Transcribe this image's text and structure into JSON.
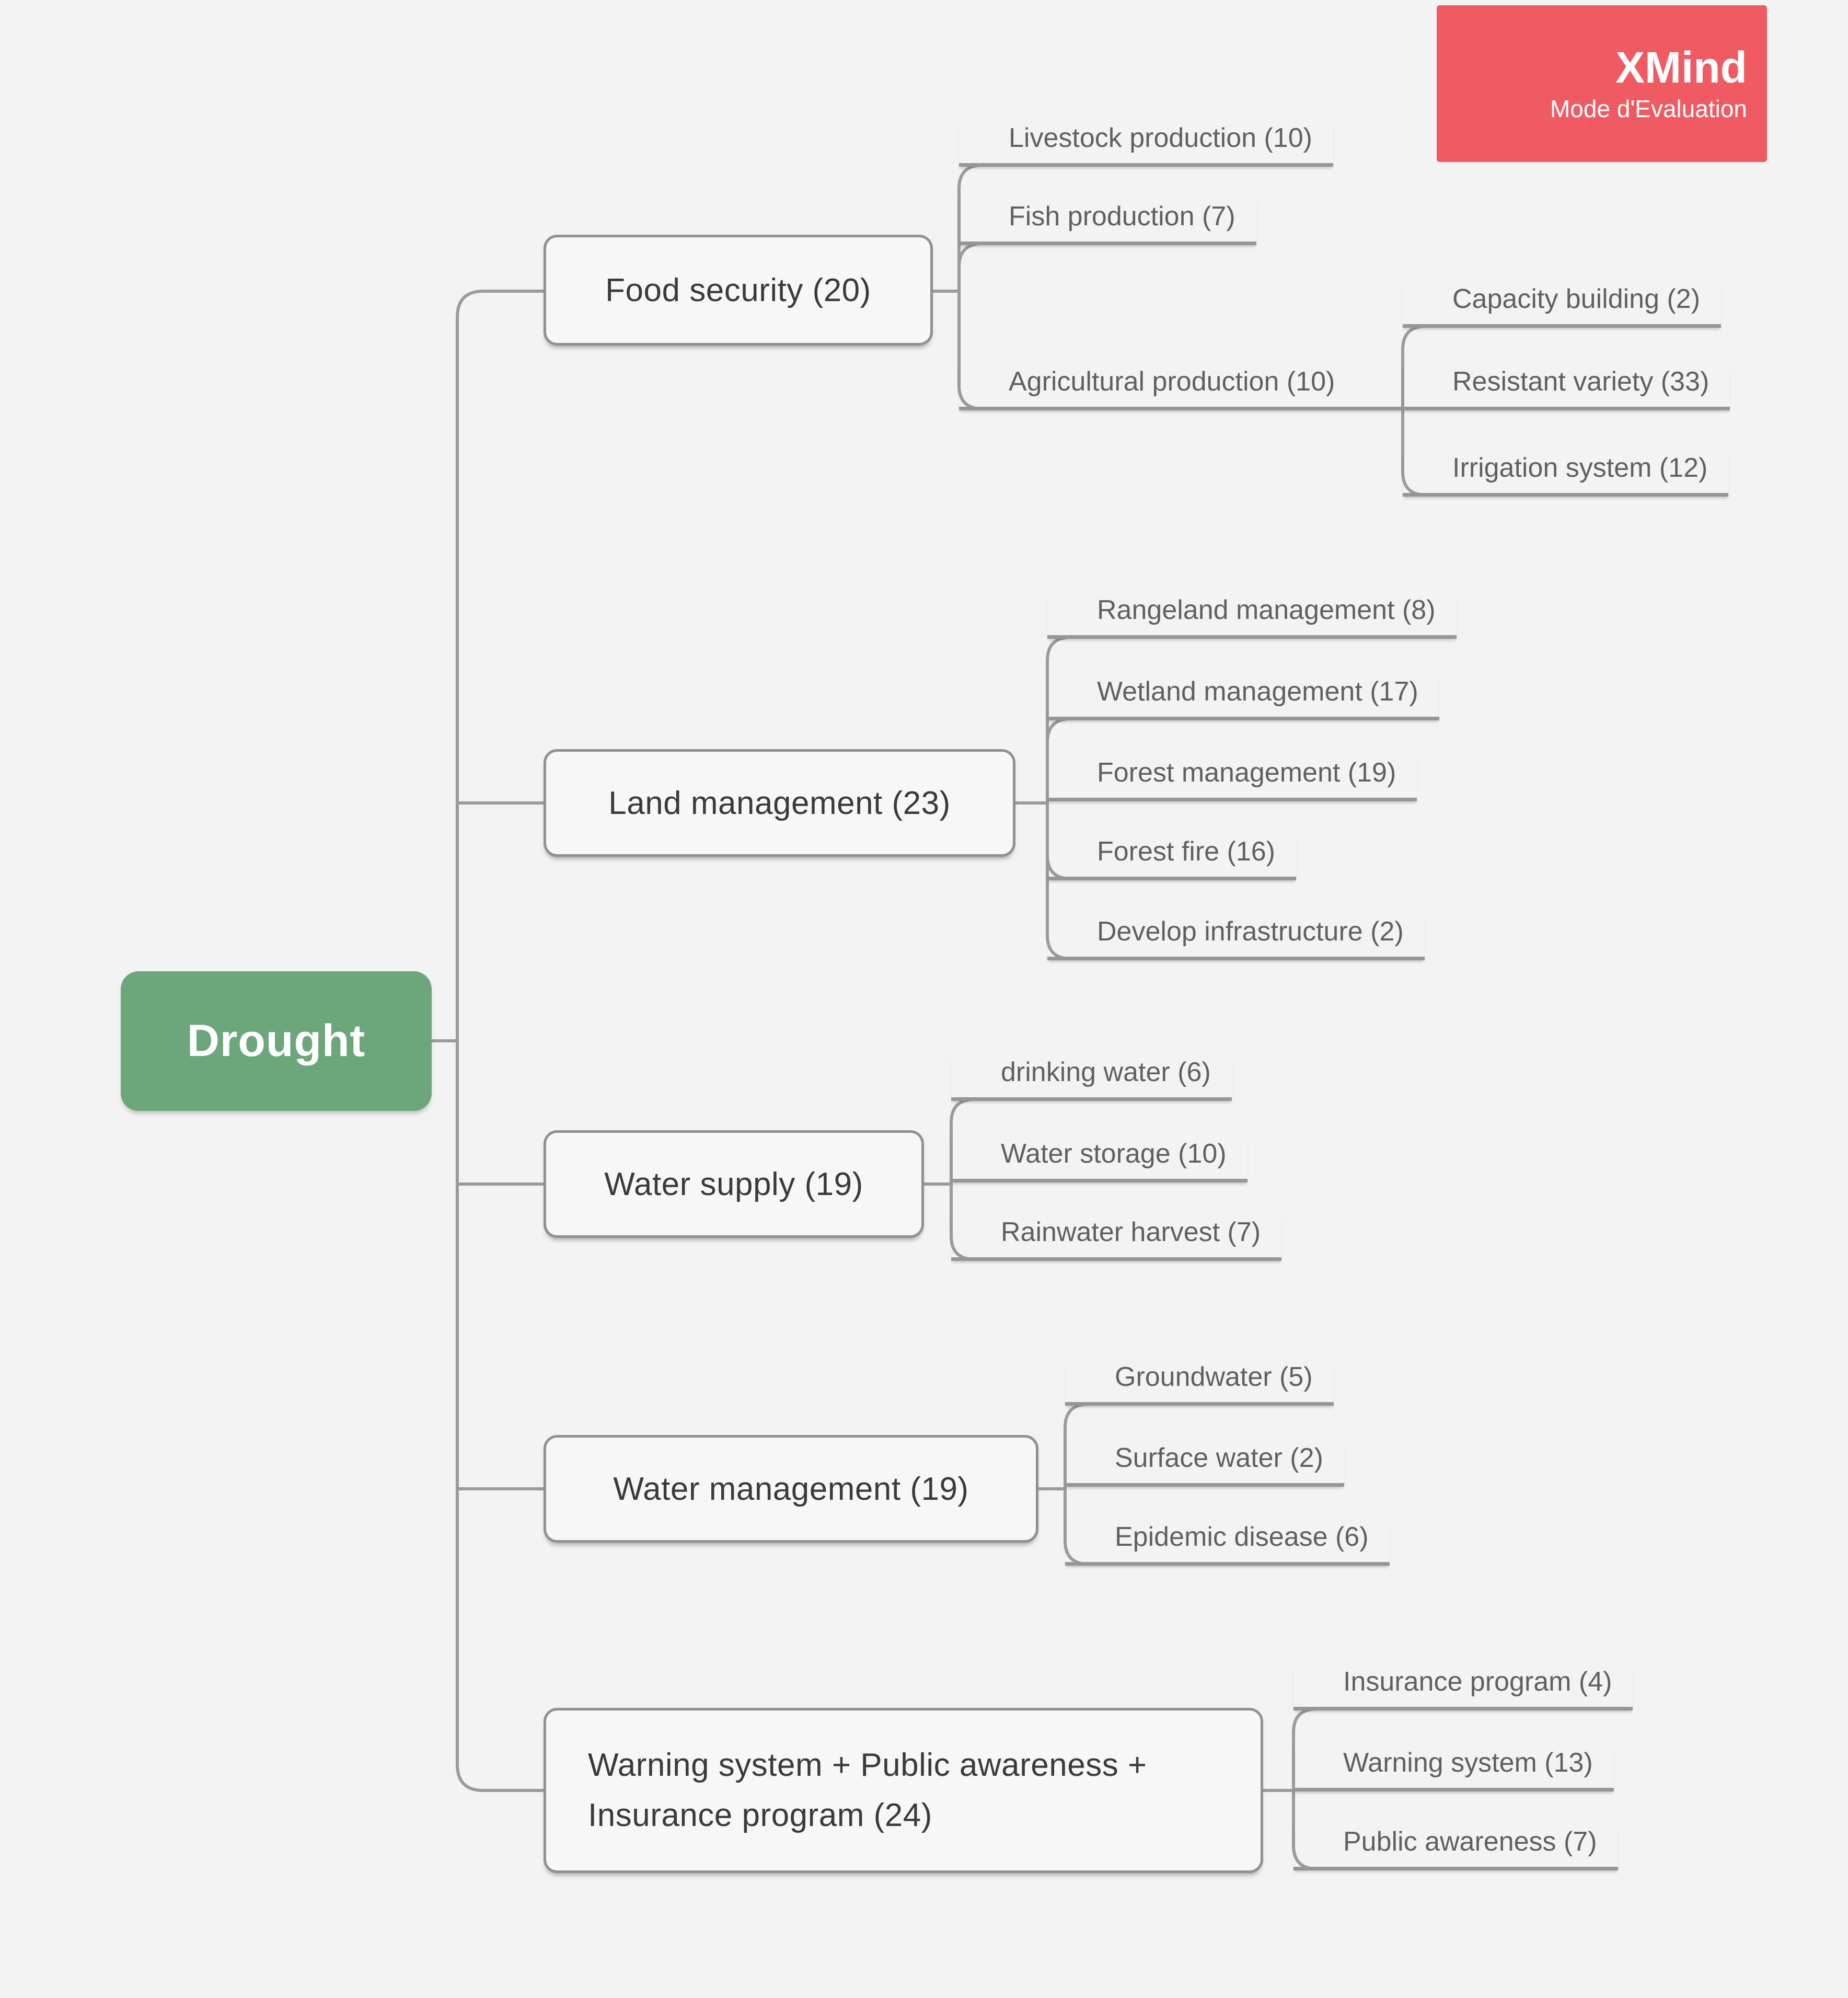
{
  "watermark": {
    "title": "XMind",
    "subtitle": "Mode d'Evaluation",
    "background_color": "#F05A63",
    "text_color": "#ffffff"
  },
  "colors": {
    "canvas_background": "#f3f3f4",
    "root_fill": "#6CA67B",
    "root_text": "#ffffff",
    "topic_border": "#8f9193",
    "topic_text": "#3a3a3a",
    "leaf_text": "#606060",
    "connector": "#9b9b9b"
  },
  "root": {
    "label": "Drought"
  },
  "branches": [
    {
      "label": "Food security (20)",
      "children": [
        {
          "label": "Livestock production (10)"
        },
        {
          "label": "Fish production (7)"
        },
        {
          "label": "Agricultural production (10)",
          "children": [
            {
              "label": "Capacity building (2)"
            },
            {
              "label": "Resistant variety (33)"
            },
            {
              "label": "Irrigation system (12)"
            }
          ]
        }
      ]
    },
    {
      "label": "Land management (23)",
      "children": [
        {
          "label": "Rangeland management (8)"
        },
        {
          "label": "Wetland management (17)"
        },
        {
          "label": "Forest management (19)"
        },
        {
          "label": "Forest fire (16)"
        },
        {
          "label": "Develop infrastructure (2)"
        }
      ]
    },
    {
      "label": "Water supply (19)",
      "children": [
        {
          "label": "drinking water (6)"
        },
        {
          "label": "Water storage (10)"
        },
        {
          "label": "Rainwater harvest (7)"
        }
      ]
    },
    {
      "label": "Water management (19)",
      "children": [
        {
          "label": "Groundwater (5)"
        },
        {
          "label": "Surface water (2)"
        },
        {
          "label": "Epidemic disease (6)"
        }
      ]
    },
    {
      "label": "Warning system + Public awareness + Insurance program (24)",
      "children": [
        {
          "label": "Insurance program (4)"
        },
        {
          "label": "Warning system (13)"
        },
        {
          "label": "Public awareness (7)"
        }
      ]
    }
  ]
}
